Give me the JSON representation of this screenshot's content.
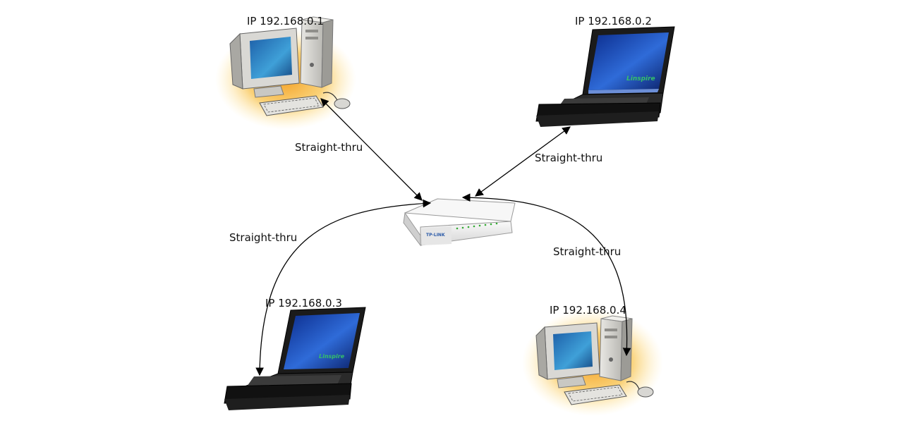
{
  "nodes": {
    "pc1": {
      "ip": "IP 192.168.0.1"
    },
    "laptop2": {
      "ip": "IP 192.168.0.2"
    },
    "laptop3": {
      "ip": "IP 192.168.0.3"
    },
    "pc4": {
      "ip": "IP 192.168.0.4"
    }
  },
  "switch": {
    "brand": "TP-LINK"
  },
  "links": [
    {
      "label": "Straight-thru"
    },
    {
      "label": "Straight-thru"
    },
    {
      "label": "Straight-thru"
    },
    {
      "label": "Straight-thru"
    }
  ],
  "colors": {
    "glow": "#f6b32e",
    "screen": "#1d4fb0",
    "cable": "#000000",
    "switch_body": "#f2f2f2"
  }
}
